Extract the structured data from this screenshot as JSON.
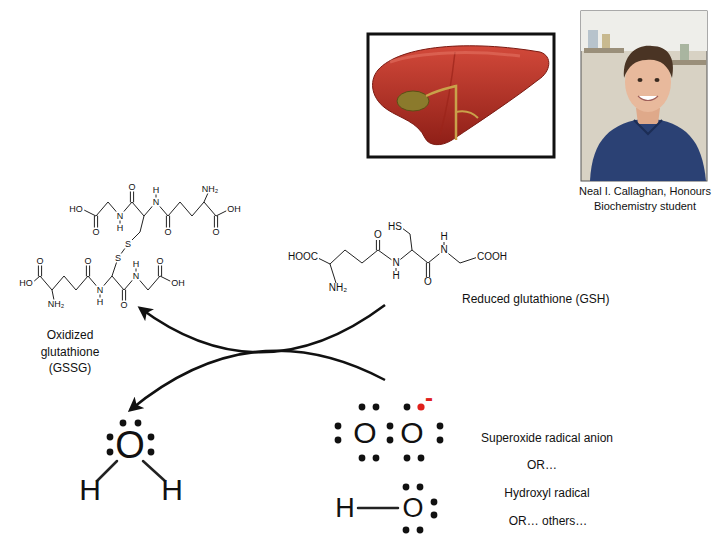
{
  "diagram": {
    "nodes": [
      {
        "text": [
          "Oxidized glutathione (GSSG)"
        ]
      },
      {
        "text": [
          "Reduced glutathione (GSH)"
        ]
      },
      {
        "text": [
          "Superoxide radical anion",
          "OR…",
          "Hydroxyl radical",
          "OR… others…"
        ]
      },
      {
        "text": [
          "O",
          "H",
          "H"
        ]
      }
    ],
    "edges": [
      {
        "from": 1,
        "to": 0,
        "arrow": "to"
      },
      {
        "from": 2,
        "to": 3,
        "arrow": "to"
      }
    ],
    "labels": [
      "Neal I. Callaghan, Honours Biochemistry student",
      "HO",
      "O",
      "N",
      "H",
      "O",
      "H",
      "N",
      "O",
      "NH₂",
      "OH",
      "O",
      "S",
      "S",
      "O",
      "HO",
      "NH₂",
      "O",
      "N",
      "H",
      "O",
      "H",
      "N",
      "O",
      "OH",
      "HS",
      "HOOC",
      "O",
      "N",
      "H",
      "H",
      "N",
      "COOH",
      "O",
      "NH₂",
      "O",
      "O",
      "-",
      "H",
      "O"
    ]
  }
}
